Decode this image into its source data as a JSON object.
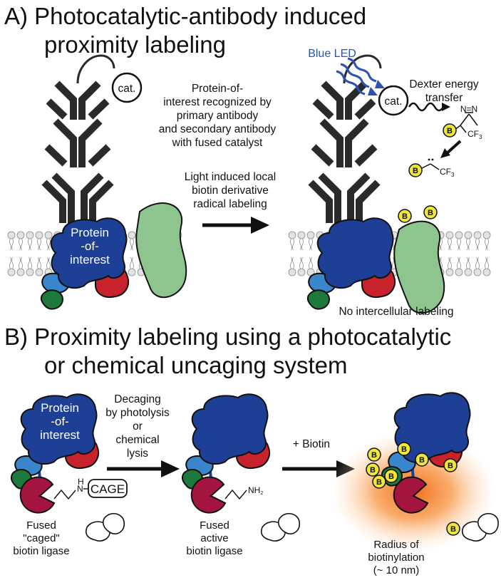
{
  "panel_a": {
    "title_line1": "A) Photocatalytic-antibody induced",
    "title_line2": "proximity labeling",
    "cat_label": "cat.",
    "caption": [
      "Protein-of-",
      "interest recognized by",
      "primary antibody",
      "and secondary antibody",
      "with fused catalyst"
    ],
    "arrow_label": [
      "Light induced local",
      "biotin derivative",
      "radical labeling"
    ],
    "protein_label": [
      "Protein",
      "-of-",
      "interest"
    ],
    "led_label": "Blue LED",
    "dexter_label": [
      "Dexter energy",
      "transfer"
    ],
    "diazirine_atoms": "N=N",
    "cf3_label": "CF",
    "cf3_sub": "3",
    "biotin_badge": "B",
    "no_labeling": "No intercellular labeling"
  },
  "panel_b": {
    "title_line1": "B) Proximity labeling using a photocatalytic",
    "title_line2": "or chemical uncaging system",
    "protein_label": [
      "Protein",
      "-of-",
      "interest"
    ],
    "decaging_label": [
      "Decaging",
      "by photolysis",
      "or",
      "chemical",
      "lysis"
    ],
    "biotin_step": "+ Biotin",
    "cage_label": "CAGE",
    "nh_label": "H",
    "nh_atom": "N",
    "nh2_label": "NH",
    "nh2_sub": "2",
    "fused_caged": [
      "Fused",
      "\"caged\"",
      "biotin ligase"
    ],
    "fused_active": [
      "Fused",
      "active",
      "biotin ligase"
    ],
    "radius": [
      "Radius of",
      "biotinylation",
      "(~ 10 nm)"
    ]
  },
  "colors": {
    "poi_blue": "#1e3f96",
    "light_blue": "#3a86cc",
    "dark_green": "#1e7a3c",
    "red": "#c8232c",
    "light_green": "#8ec58f",
    "ligase": "#a3153f",
    "biotin_yellow": "#f1e63a",
    "led_blue": "#2d52b5",
    "glow": "#f58220"
  }
}
